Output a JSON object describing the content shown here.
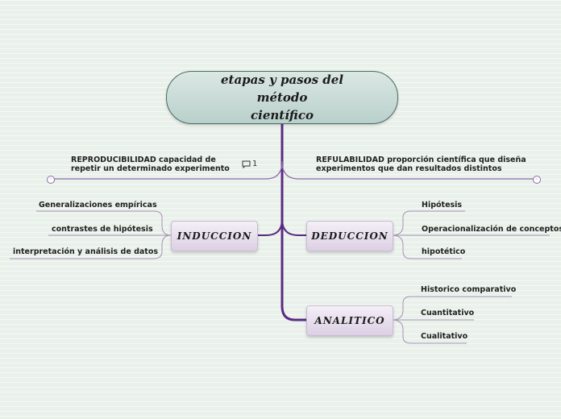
{
  "root": {
    "line1": "etapas y pasos del método",
    "line2": "científico"
  },
  "floating": {
    "left_line1": "REPRODUCIBILIDAD capacidad de",
    "left_line2": "repetir un determinado experimento",
    "right_line1": "REFULABILIDAD proporción científica que diseña",
    "right_line2": "experimentos que dan resultados distintos",
    "comment_count": "1"
  },
  "branches": {
    "induccion": "INDUCCION",
    "deduccion": "DEDUCCION",
    "analitico": "ANALITICO"
  },
  "induccion_items": [
    "Generalizaciones empíricas",
    "contrastes de hipótesis",
    "interpretación y análisis de datos"
  ],
  "deduccion_items": [
    "Hipótesis",
    "Operacionalización de conceptos",
    "hipotético"
  ],
  "analitico_items": [
    "Historico comparativo",
    "Cuantitativo",
    "Cualitativo"
  ],
  "colors": {
    "connector": "#5b2a83",
    "thin_connector": "#8d6aa8",
    "root_border": "#4a6a66"
  }
}
